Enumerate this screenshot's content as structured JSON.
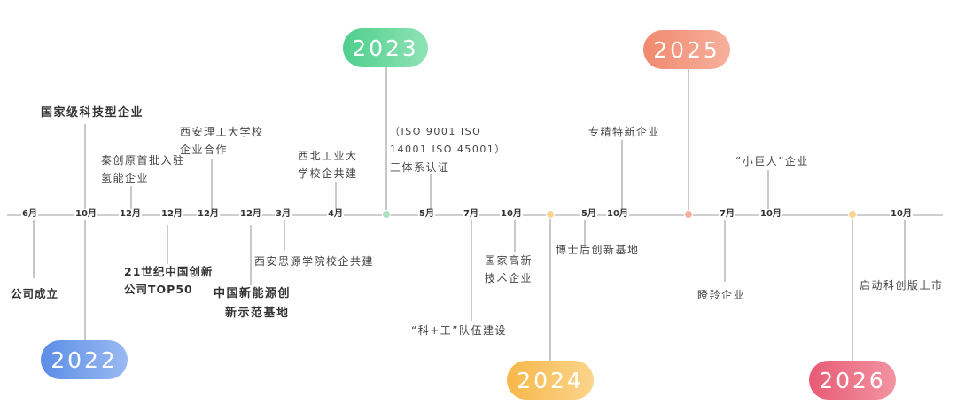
{
  "years": [
    "2022",
    "2023",
    "2024",
    "2025",
    "2026"
  ],
  "months": [
    "6月",
    "10月",
    "12月",
    "12月",
    "12月",
    "12月",
    "3月",
    "4月",
    "5月",
    "7月",
    "10月",
    "5月",
    "10月",
    "7月",
    "10月",
    "10月"
  ],
  "events": {
    "founded": "公司成立",
    "national": "国家级科技型企业",
    "qinchuang": [
      "秦创原首批入驻",
      "氢能企业"
    ],
    "top50": [
      "21世纪中国创新",
      "公司TOP50"
    ],
    "xaut": [
      "西安理工大学校",
      "企业合作"
    ],
    "newenergy": [
      "中国新能源创",
      "新示范基地"
    ],
    "siyuan": "西安思源学院校企共建",
    "nwpu": [
      "西北工业大",
      "学校企共建"
    ],
    "iso": [
      "（ISO 9001 ISO",
      "14001 ISO 45001）",
      "三体系认证"
    ],
    "team": "“科+工”队伍建设",
    "hightech": [
      "国家高新",
      "技术企业"
    ],
    "postdoc": "博士后创新基地",
    "specialized": "专精特新企业",
    "giant": "“小巨人”企业",
    "chaoling": "瞪羚企业",
    "ipo": "启动科创版上市"
  }
}
